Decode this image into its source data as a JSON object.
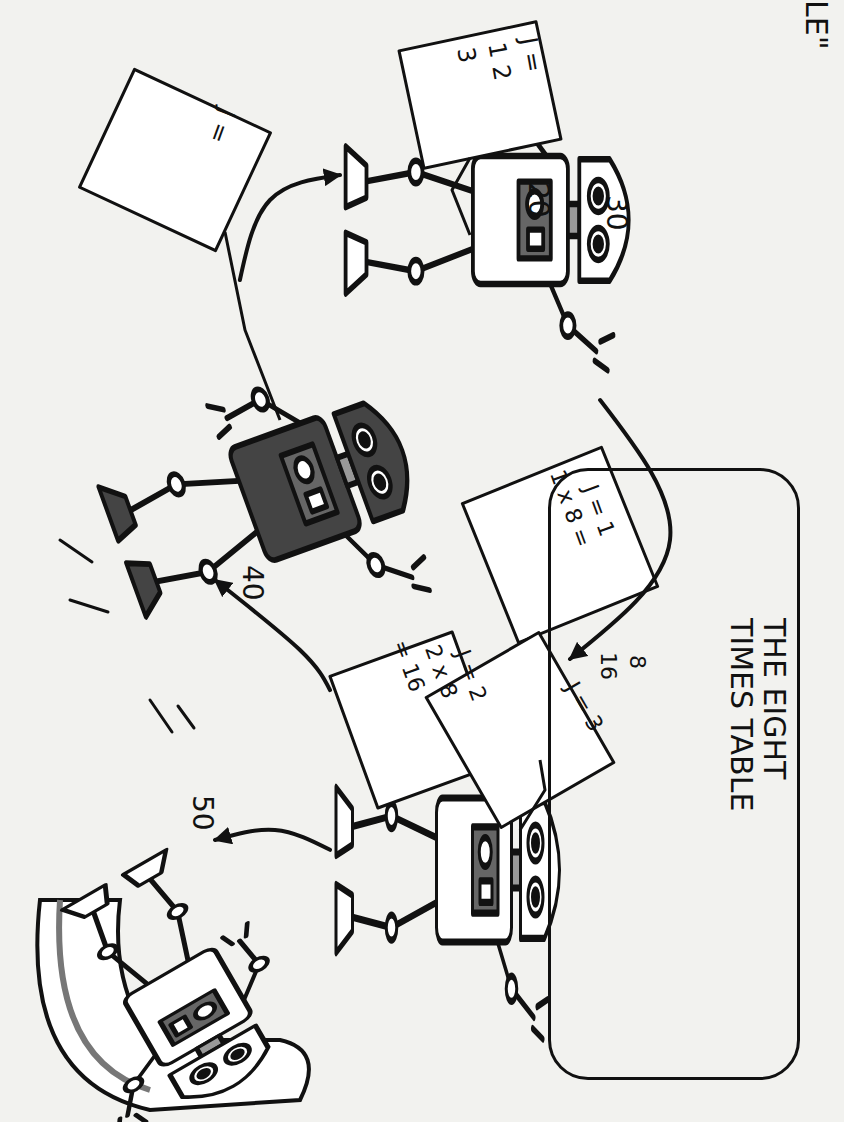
{
  "diagram": {
    "nodes": [
      {
        "text": [
          "20"
        ]
      },
      {
        "text": [
          "THE EIGHT TIMES TABLE"
        ]
      },
      {
        "text": [
          "30"
        ]
      },
      {
        "text": [
          "40"
        ]
      },
      {
        "text": [
          "50"
        ]
      }
    ],
    "edges": [
      {
        "from": 0,
        "to": 2,
        "arrow": "to"
      },
      {
        "from": 2,
        "to": 3,
        "arrow": "to"
      },
      {
        "from": 3,
        "to": 0,
        "arrow": "to"
      },
      {
        "from": 2,
        "to": 4,
        "arrow": "to"
      }
    ],
    "labels": [
      "LE\"",
      "J =",
      "1 2",
      "3",
      "J =",
      "J = 1",
      "1 x 8 =",
      "8",
      "16",
      "J = 2",
      "2 x 8",
      "= 16",
      "J = 3"
    ]
  }
}
